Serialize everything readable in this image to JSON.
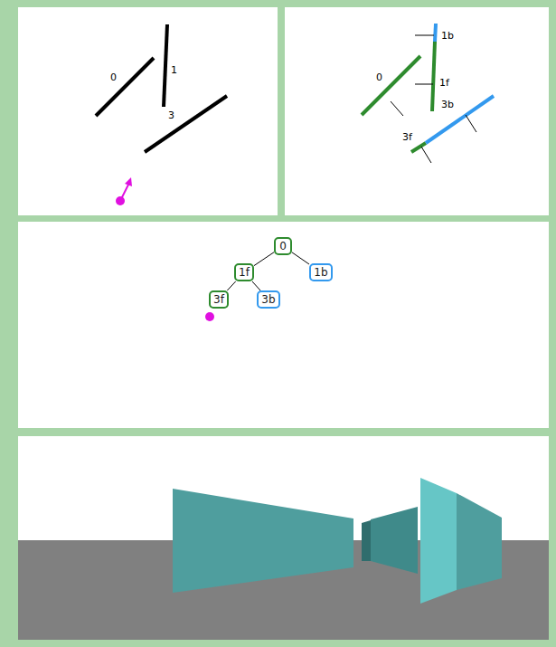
{
  "diagram": {
    "nodes": [
      {
        "text": [
          "0"
        ]
      },
      {
        "text": [
          "1f"
        ]
      },
      {
        "text": [
          "1b"
        ]
      },
      {
        "text": [
          "3f"
        ]
      },
      {
        "text": [
          "3b"
        ]
      }
    ],
    "edges": [
      {
        "from": 0,
        "to": 1,
        "arrow": "none"
      },
      {
        "from": 0,
        "to": 2,
        "arrow": "none"
      },
      {
        "from": 1,
        "to": 3,
        "arrow": "none"
      },
      {
        "from": 1,
        "to": 4,
        "arrow": "none"
      }
    ],
    "labels": [
      "0",
      "1",
      "3",
      "1b",
      "0",
      "1f",
      "3b",
      "3f"
    ]
  }
}
